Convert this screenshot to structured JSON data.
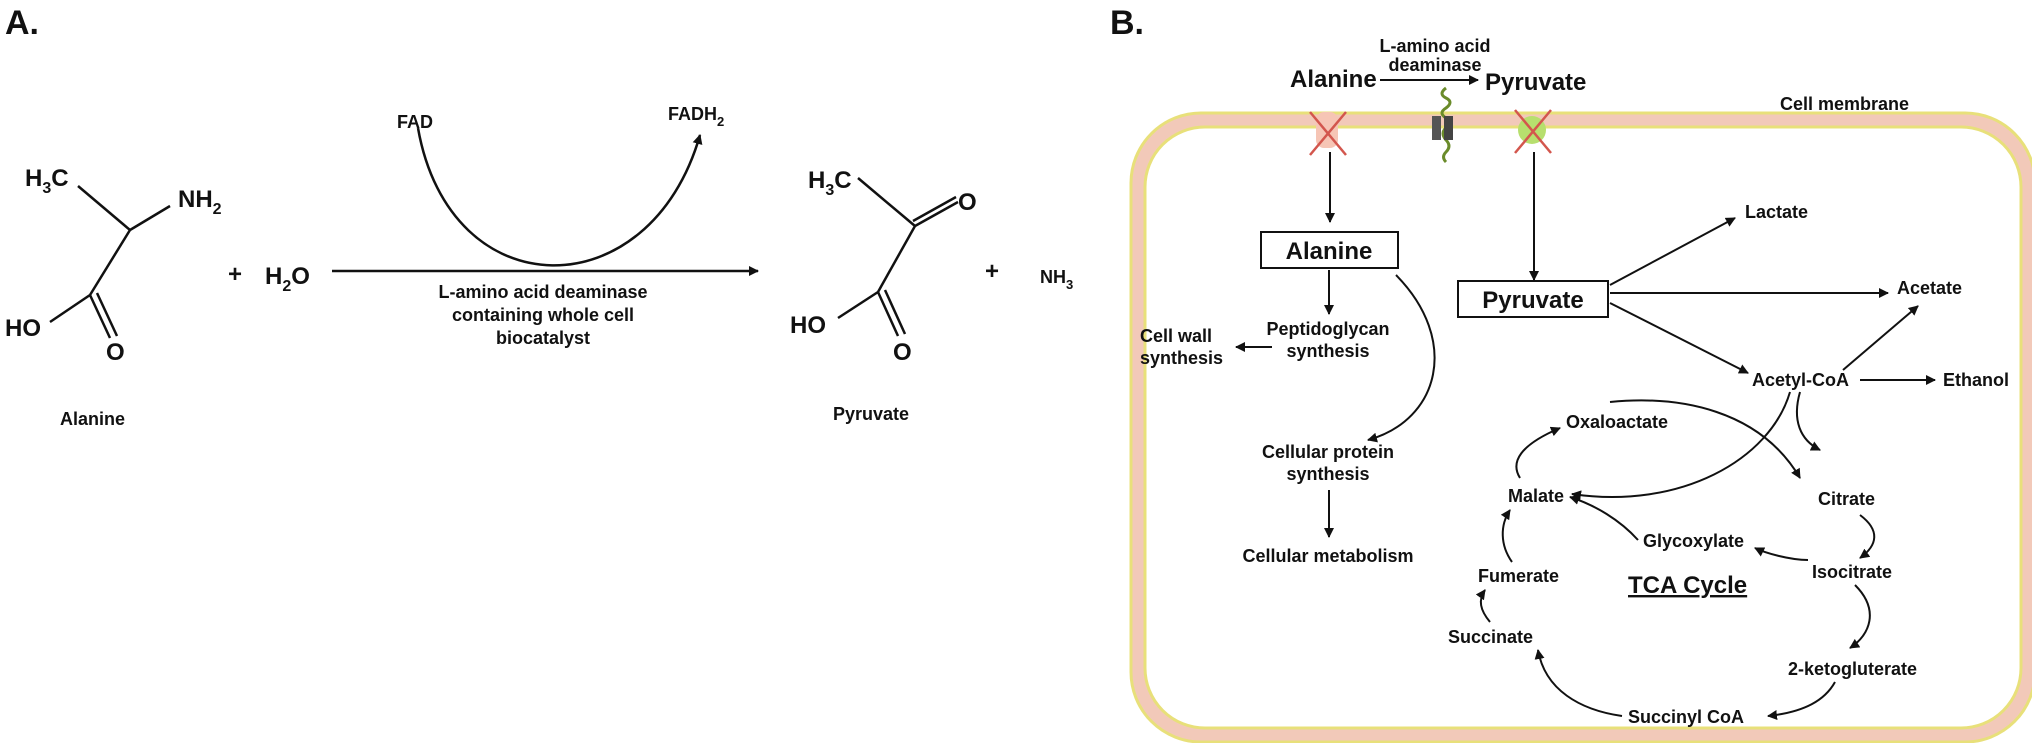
{
  "panel_a": {
    "label": "A.",
    "alanine": {
      "ch3": "H",
      "ch3_sub": "3",
      "ch3_c": "C",
      "nh2": "NH",
      "nh2_sub": "2",
      "ho": "HO",
      "o": "O",
      "name": "Alanine"
    },
    "plus1": "+",
    "water": {
      "h": "H",
      "sub": "2",
      "o": "O"
    },
    "fad": "FAD",
    "fadh2": {
      "main": "FADH",
      "sub": "2"
    },
    "enzyme_lines": [
      "L-amino acid deaminase",
      "containing whole cell",
      "biocatalyst"
    ],
    "pyruvate": {
      "ch3": "H",
      "ch3_sub": "3",
      "ch3_c": "C",
      "o_top": "O",
      "ho": "HO",
      "o": "O",
      "name": "Pyruvate"
    },
    "plus2": "+",
    "ammonia": {
      "main": "NH",
      "sub": "3"
    }
  },
  "panel_b": {
    "label": "B.",
    "alanine_out": "Alanine",
    "enzyme_lines": [
      "L-amino acid",
      "deaminase"
    ],
    "pyruvate_out": "Pyruvate",
    "membrane": "Cell membrane",
    "alanine_in": "Alanine",
    "pyruvate_in": "Pyruvate",
    "peptidoglycan_lines": [
      "Peptidoglycan",
      "synthesis"
    ],
    "cell_wall_lines": [
      "Cell wall",
      "synthesis"
    ],
    "protein_lines": [
      "Cellular protein",
      "synthesis"
    ],
    "metabolism": "Cellular metabolism",
    "lactate": "Lactate",
    "acetate": "Acetate",
    "acetyl_coa": "Acetyl-CoA",
    "ethanol": "Ethanol",
    "oxaloacetate": "Oxaloactate",
    "citrate": "Citrate",
    "malate": "Malate",
    "glycoxylate": "Glycoxylate",
    "isocitrate": "Isocitrate",
    "fumerate": "Fumerate",
    "tca": "TCA Cycle",
    "succinate": "Succinate",
    "ketoglutarate": "2-ketogluterate",
    "succinyl": "Succinyl CoA"
  }
}
